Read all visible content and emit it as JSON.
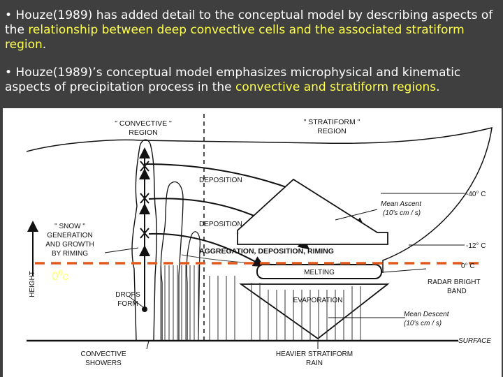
{
  "bullets": [
    {
      "prefix": "• Houze(1989) has added detail to the conceptual model by describing aspects of the ",
      "highlight": "relationship between deep convective cells and the associated stratiform region",
      "suffix": "."
    },
    {
      "prefix": "• Houze(1989)’s conceptual model emphasizes microphysical and kinematic aspects of precipitation process in the ",
      "highlight": "convective and stratiform regions",
      "suffix": "."
    }
  ],
  "diagram": {
    "convective_region": [
      "\" CONVECTIVE \"",
      "REGION"
    ],
    "stratiform_region": [
      "\" STRATIFORM \"",
      "REGION"
    ],
    "deposition_upper": "DEPOSITION",
    "deposition_lower": "DEPOSITION",
    "aggregation": "AGGREGATION, DEPOSITION, RIMING",
    "melting": "MELTING",
    "evaporation": "EVAPORATION",
    "snow_label": [
      "\" SNOW \"",
      "GENERATION",
      "AND GROWTH",
      "BY RIMING"
    ],
    "height_axis": "HEIGHT",
    "drops_form": [
      "DROPS",
      "FORM"
    ],
    "convective_showers": [
      "CONVECTIVE",
      "SHOWERS"
    ],
    "heavier_rain": [
      "HEAVIER STRATIFORM",
      "RAIN"
    ],
    "mean_ascent": [
      "Mean Ascent",
      "(10's cm / s)"
    ],
    "mean_descent": [
      "Mean Descent",
      "(10's cm / s)"
    ],
    "temp_40": "-40° C",
    "temp_12": "-12° C",
    "temp_0": "0° C",
    "radar_band": [
      "RADAR BRIGHT",
      "BAND"
    ],
    "surface": "SURFACE",
    "freezing_base": "0",
    "freezing_sup": "0",
    "freezing_unit": "c"
  },
  "colors": {
    "background": "#3f3f3f",
    "text": "#ffffff",
    "highlight": "#ffff4d",
    "diagram_bg": "#ffffff",
    "freezing_line": "#e05a1e"
  }
}
